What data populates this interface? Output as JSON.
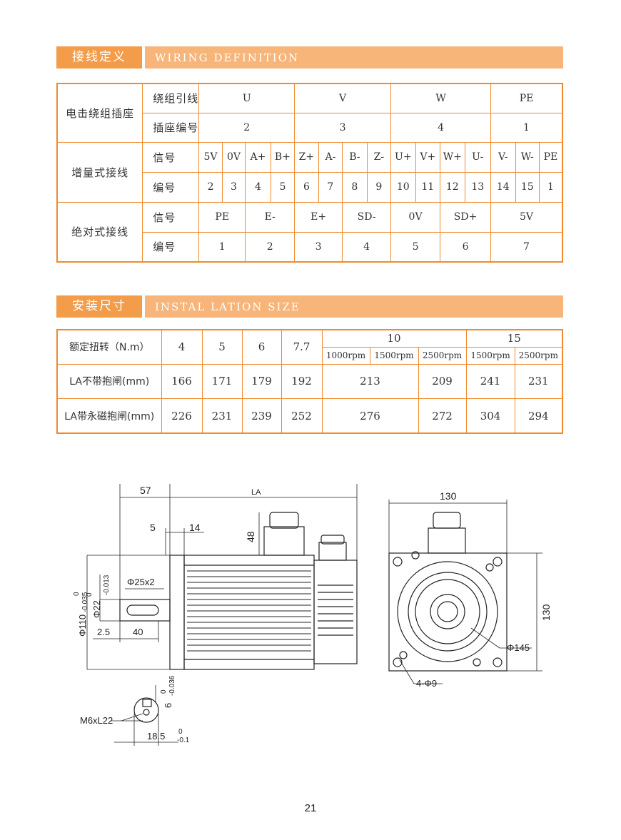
{
  "wiring_section": {
    "title_cn": "接线定义",
    "title_en": "WIRING DEFINITION",
    "motor": {
      "label": "电击绕组插座",
      "lead_label": "绕组引线",
      "pin_label": "插座编号",
      "leads": [
        "U",
        "V",
        "W",
        "PE"
      ],
      "pins": [
        "2",
        "3",
        "4",
        "1"
      ]
    },
    "incremental": {
      "label": "增量式接线",
      "signal_label": "信号",
      "number_label": "编号",
      "signals": [
        "5V",
        "0V",
        "A+",
        "B+",
        "Z+",
        "A-",
        "B-",
        "Z-",
        "U+",
        "V+",
        "W+",
        "U-",
        "V-",
        "W-",
        "PE"
      ],
      "numbers": [
        "2",
        "3",
        "4",
        "5",
        "6",
        "7",
        "8",
        "9",
        "10",
        "11",
        "12",
        "13",
        "14",
        "15",
        "1"
      ]
    },
    "absolute": {
      "label": "绝对式接线",
      "signal_label": "信号",
      "number_label": "编号",
      "signals": [
        "PE",
        "E-",
        "E+",
        "SD-",
        "0V",
        "SD+",
        "5V"
      ],
      "numbers": [
        "1",
        "2",
        "3",
        "4",
        "5",
        "6",
        "7"
      ]
    }
  },
  "install_section": {
    "title_cn": "安装尺寸",
    "title_en": "INSTAL LATION SIZE",
    "torque_label": "额定扭转（N.m）",
    "torques": [
      "4",
      "5",
      "6",
      "7.7"
    ],
    "torque_10": "10",
    "torque_15": "15",
    "speeds_10": [
      "1000rpm",
      "1500rpm",
      "2500rpm"
    ],
    "speeds_15": [
      "1500rpm",
      "2500rpm"
    ],
    "row_no_brake": {
      "label": "LA不带抱闸(mm)",
      "values": [
        "166",
        "171",
        "179",
        "192"
      ],
      "v10_merged": "213",
      "v10_2500": "209",
      "v15_1500": "241",
      "v15_2500": "231"
    },
    "row_brake": {
      "label": "LA带永磁抱闸(mm)",
      "values": [
        "226",
        "231",
        "239",
        "252"
      ],
      "v10_merged": "276",
      "v10_2500": "272",
      "v15_1500": "304",
      "v15_2500": "294"
    }
  },
  "drawing": {
    "dim_57": "57",
    "dim_la": "LA",
    "dim_130_top": "130",
    "dim_5": "5",
    "dim_14": "14",
    "dim_48": "48",
    "dim_phi25": "Φ25x2",
    "dim_phi110": "Φ110",
    "tol_110": "0",
    "tol_110_low": "-0.035",
    "dim_phi22": "Φ22",
    "tol_22": "0",
    "tol_22_low": "-0.013",
    "dim_2_5": "2.5",
    "dim_40": "40",
    "dim_130_side": "130",
    "dim_phi145": "Φ145",
    "dim_4phi9": "4-Φ9",
    "dim_m6": "M6xL22",
    "dim_6": "6",
    "tol_6": "0",
    "tol_6_low": "-0.036",
    "dim_18_5": "18.5",
    "tol_18_5": "0",
    "tol_18_5_low": "-0.1"
  },
  "page_number": "21"
}
